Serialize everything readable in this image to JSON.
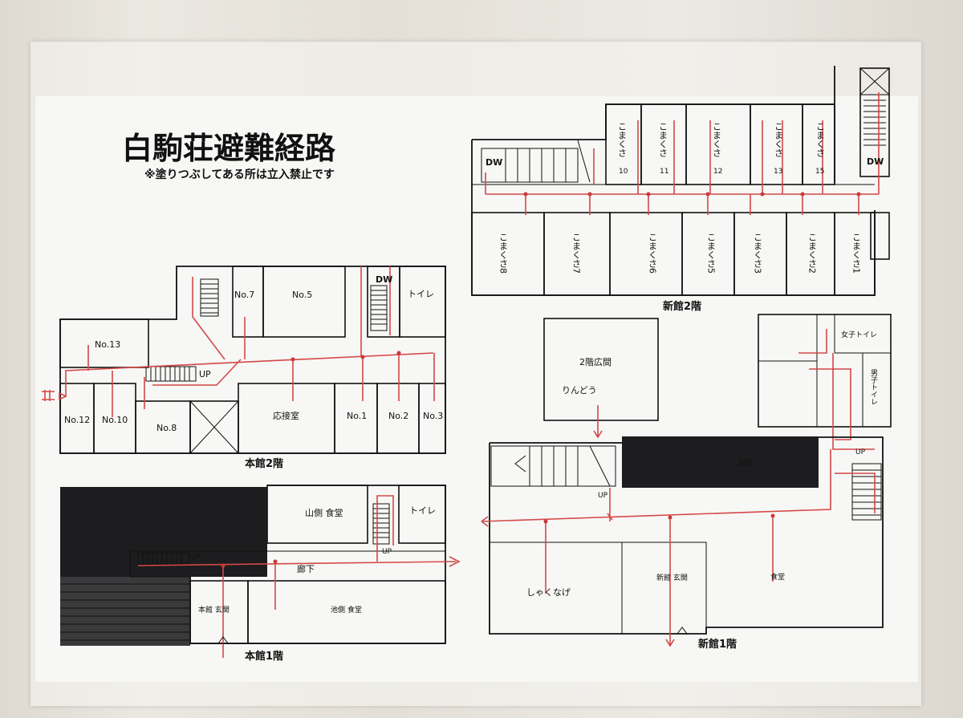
{
  "title": "白駒荘避難経路",
  "subtitle": "※塗りつぶしてある所は立入禁止です",
  "colors": {
    "route": "#d34848",
    "wall": "#111111",
    "restricted": "#1d1d1f",
    "paper": "#f7f7f5"
  },
  "main2f": {
    "floor_label": "本館2階",
    "rooms": [
      "No.7",
      "No.5",
      "No.13",
      "No.12",
      "No.10",
      "No.8",
      "応接室",
      "No.1",
      "No.2",
      "No.3",
      "トイレ"
    ],
    "dw": "DW",
    "up": "UP"
  },
  "main1f": {
    "floor_label": "本館1階",
    "rooms": [
      "山側 食堂",
      "トイレ",
      "廊下",
      "本館 玄関",
      "池側 食堂"
    ],
    "up1": "UP",
    "up2": "UP"
  },
  "new2f": {
    "floor_label": "新館2階",
    "dw1": "DW",
    "dw2": "DW",
    "upper_rooms": [
      {
        "name": "こまくさ",
        "num": "10"
      },
      {
        "name": "こまくさ",
        "num": "11"
      },
      {
        "name": "こまくさ",
        "num": "12"
      },
      {
        "name": "こまくさ",
        "num": "13"
      },
      {
        "name": "こまくさ",
        "num": "15"
      }
    ],
    "lower_rooms": [
      "こまくさ8",
      "こまくさ7",
      "こまくさ6",
      "こまくさ5",
      "こまくさ3",
      "こまくさ2",
      "こまくさ1"
    ]
  },
  "hall": {
    "name": "2階広間",
    "sub": "りんどう"
  },
  "toilets": {
    "women": "女子トイレ",
    "men": "男子トイレ",
    "up": "UP"
  },
  "new1f": {
    "floor_label": "新館1階",
    "kitchen": "厨房",
    "up": "UP",
    "rooms": [
      "しゃくなげ",
      "新館 玄関",
      "食堂"
    ]
  }
}
